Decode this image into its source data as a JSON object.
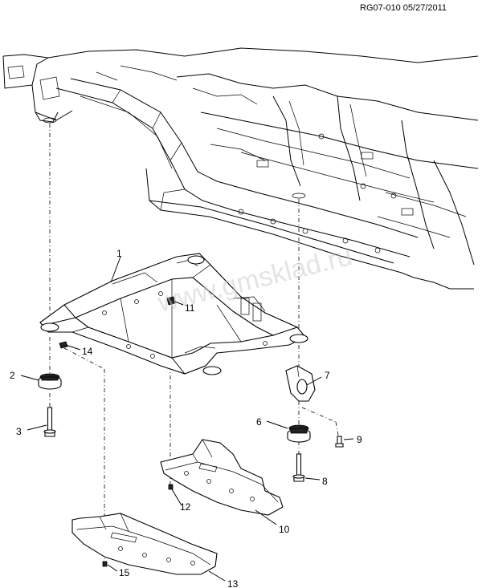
{
  "reference": "RG07-010 05/27/2011",
  "watermark": "www.gmsklad.ru",
  "callouts": [
    "1",
    "2",
    "3",
    "6",
    "7",
    "8",
    "9",
    "10",
    "11",
    "12",
    "13",
    "14",
    "15"
  ]
}
